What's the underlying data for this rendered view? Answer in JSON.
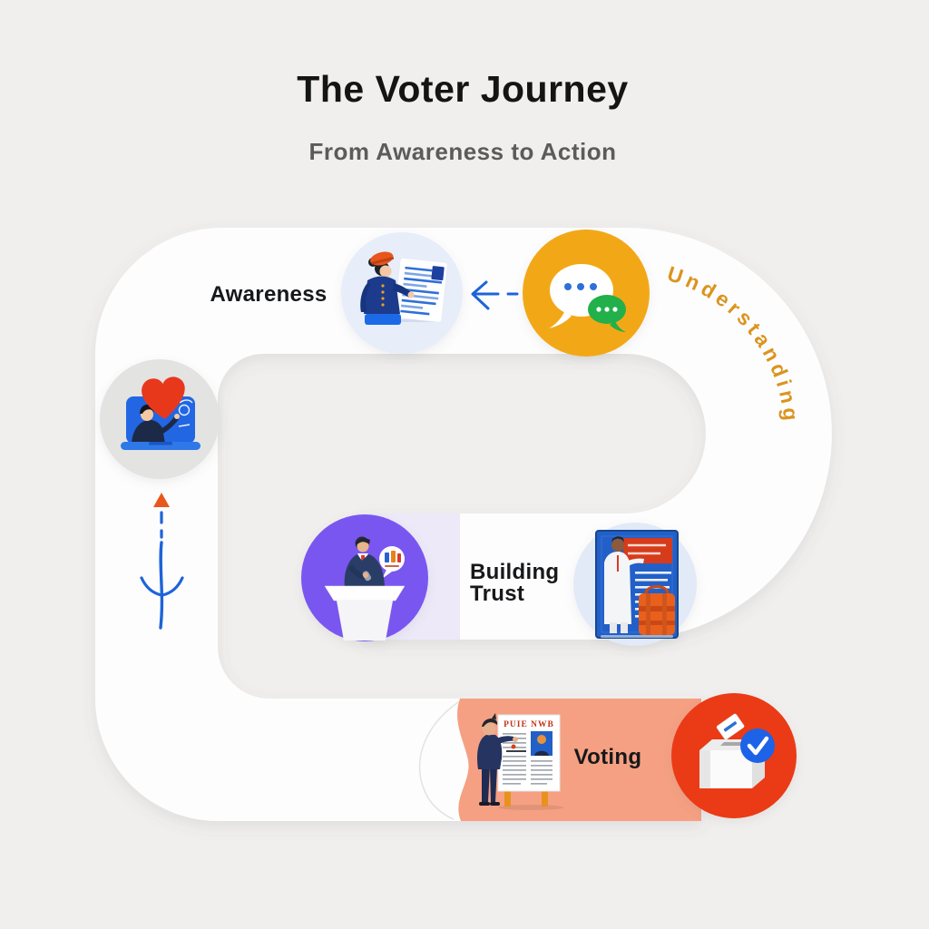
{
  "header": {
    "title": "The Voter Journey",
    "subtitle": "From Awareness to Action"
  },
  "stages": {
    "awareness": {
      "label": "Awareness",
      "icon": "news-reader-illustration"
    },
    "understanding": {
      "label": "Understanding",
      "icon": "chat-bubbles-icon"
    },
    "building_trust": {
      "label_line1": "Building",
      "label_line2": "Trust",
      "icon": "podium-speaker-illustration",
      "side_icon": "door-poster-illustration"
    },
    "voting": {
      "label": "Voting",
      "icon": "ballot-box-check-icon",
      "side_icon": "campaign-board-illustration",
      "poster_title": "PUIE NWB"
    },
    "connection": {
      "icon": "heart-laptop-icon"
    }
  },
  "arrows": {
    "top": "left-dashed-arrow-icon",
    "left": "up-dashed-arrow-icon"
  },
  "colors": {
    "background": "#F0EFED",
    "road": "#FDFDFE",
    "awareness_circle": "#E7EDF9",
    "understanding_circle": "#F2A815",
    "understanding_text": "#DB941E",
    "connection_circle": "#E3E3E2",
    "trust_circle": "#7A57F0",
    "trust_panel": "#EDE9F9",
    "canvassing_circle": "#E2EAF7",
    "voting_band": "#F5A083",
    "voting_circle": "#EA3A16",
    "check_blue": "#1D63E8",
    "arrow_blue": "#1D64D8",
    "heart_red": "#E8391D",
    "title_color": "#141414",
    "subtitle_color": "#5B5B5B",
    "label_color": "#17181A"
  }
}
